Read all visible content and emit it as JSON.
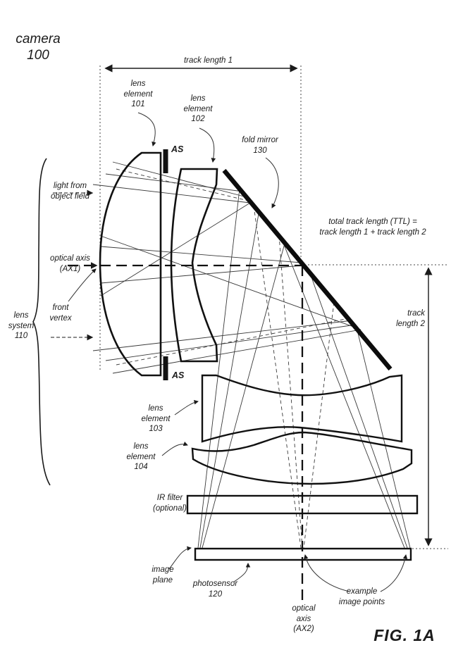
{
  "figure": {
    "caption": "FIG. 1A",
    "ink_color": "#1b1b1b",
    "background_color": "#ffffff"
  },
  "labels": {
    "camera": "camera\n100",
    "track_length_1": "track length 1",
    "lens_element_101": "lens\nelement\n101",
    "lens_element_102": "lens\nelement\n102",
    "aperture_stop_top": "AS",
    "aperture_stop_bottom": "AS",
    "fold_mirror": "fold mirror\n130",
    "light_from_object_field": "light from\nobject field",
    "optical_axis_ax1": "optical axis\n(AX1)",
    "front_vertex": "front\nvertex",
    "lens_system": "lens\nsystem\n110",
    "total_track_length": "total track length (TTL) =\ntrack length 1 + track length 2",
    "track_length_2": "track\nlength 2",
    "lens_element_103": "lens\nelement\n103",
    "lens_element_104": "lens\nelement\n104",
    "ir_filter": "IR filter\n(optional)",
    "image_plane": "image\nplane",
    "photosensor": "photosensor\n120",
    "example_image_points": "example\nimage points",
    "optical_axis_ax2": "optical\naxis\n(AX2)"
  }
}
